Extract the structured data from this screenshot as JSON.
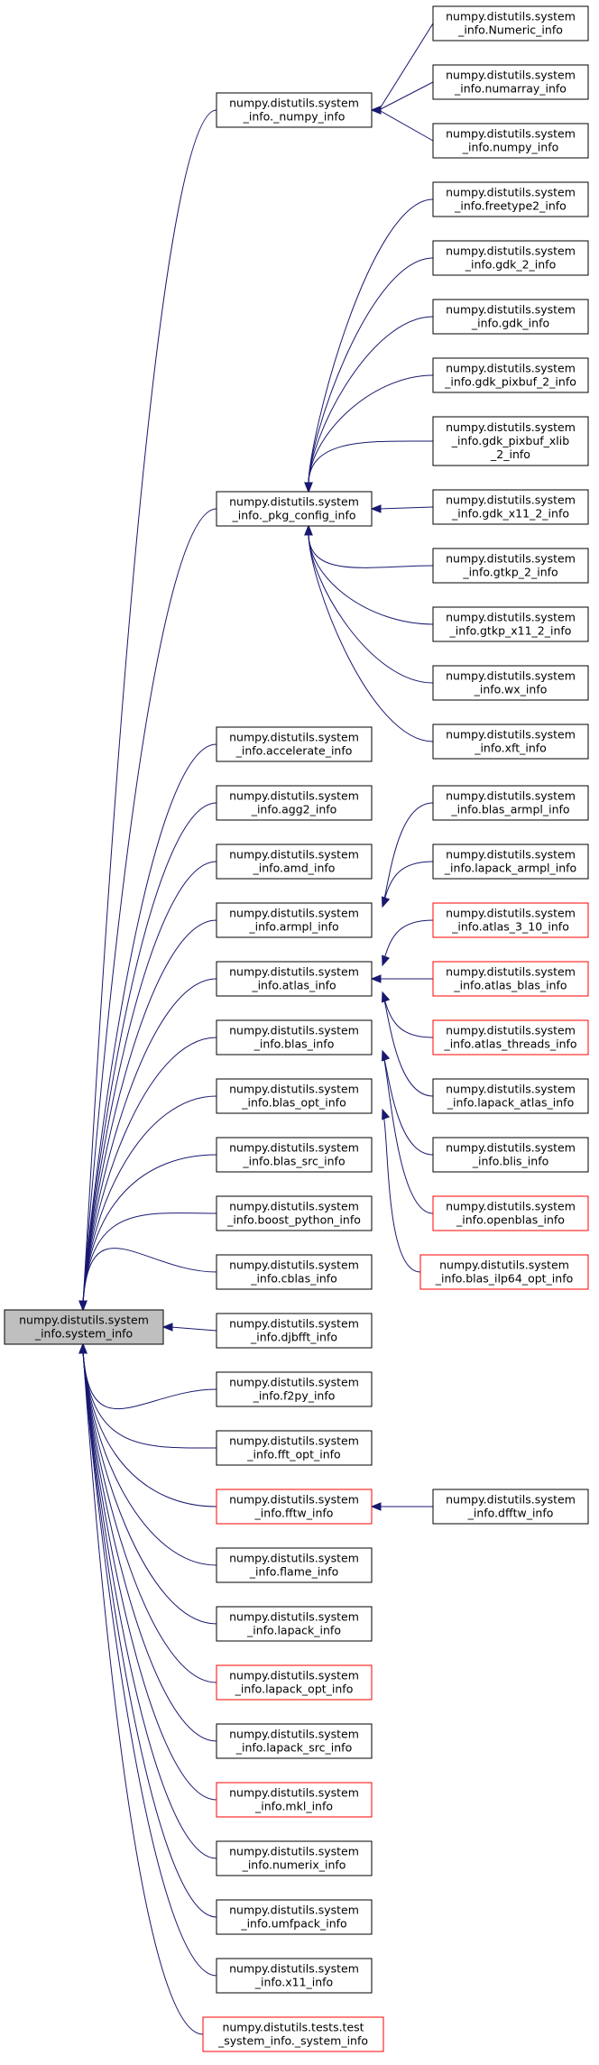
{
  "nodes": [
    {
      "id": "root",
      "lines": [
        "numpy.distutils.system",
        "_info.system_info"
      ],
      "style": "root"
    },
    {
      "id": "numpy_base",
      "lines": [
        "numpy.distutils.system",
        "_info._numpy_info"
      ],
      "style": "black"
    },
    {
      "id": "numeric",
      "lines": [
        "numpy.distutils.system",
        "_info.Numeric_info"
      ],
      "style": "black"
    },
    {
      "id": "numarray",
      "lines": [
        "numpy.distutils.system",
        "_info.numarray_info"
      ],
      "style": "black"
    },
    {
      "id": "numpyinfo",
      "lines": [
        "numpy.distutils.system",
        "_info.numpy_info"
      ],
      "style": "black"
    },
    {
      "id": "pkg_config",
      "lines": [
        "numpy.distutils.system",
        "_info._pkg_config_info"
      ],
      "style": "black"
    },
    {
      "id": "freetype2",
      "lines": [
        "numpy.distutils.system",
        "_info.freetype2_info"
      ],
      "style": "black"
    },
    {
      "id": "gdk2",
      "lines": [
        "numpy.distutils.system",
        "_info.gdk_2_info"
      ],
      "style": "black"
    },
    {
      "id": "gdk",
      "lines": [
        "numpy.distutils.system",
        "_info.gdk_info"
      ],
      "style": "black"
    },
    {
      "id": "gdk_pixbuf2",
      "lines": [
        "numpy.distutils.system",
        "_info.gdk_pixbuf_2_info"
      ],
      "style": "black"
    },
    {
      "id": "gdk_pixbuf_xlib2",
      "lines": [
        "numpy.distutils.system",
        "_info.gdk_pixbuf_xlib",
        "_2_info"
      ],
      "style": "black"
    },
    {
      "id": "gdk_x11_2",
      "lines": [
        "numpy.distutils.system",
        "_info.gdk_x11_2_info"
      ],
      "style": "black"
    },
    {
      "id": "gtkp2",
      "lines": [
        "numpy.distutils.system",
        "_info.gtkp_2_info"
      ],
      "style": "black"
    },
    {
      "id": "gtkp_x11_2",
      "lines": [
        "numpy.distutils.system",
        "_info.gtkp_x11_2_info"
      ],
      "style": "black"
    },
    {
      "id": "wx",
      "lines": [
        "numpy.distutils.system",
        "_info.wx_info"
      ],
      "style": "black"
    },
    {
      "id": "xft",
      "lines": [
        "numpy.distutils.system",
        "_info.xft_info"
      ],
      "style": "black"
    },
    {
      "id": "accelerate",
      "lines": [
        "numpy.distutils.system",
        "_info.accelerate_info"
      ],
      "style": "black"
    },
    {
      "id": "agg2",
      "lines": [
        "numpy.distutils.system",
        "_info.agg2_info"
      ],
      "style": "black"
    },
    {
      "id": "amd",
      "lines": [
        "numpy.distutils.system",
        "_info.amd_info"
      ],
      "style": "black"
    },
    {
      "id": "armpl",
      "lines": [
        "numpy.distutils.system",
        "_info.armpl_info"
      ],
      "style": "black"
    },
    {
      "id": "blas_armpl",
      "lines": [
        "numpy.distutils.system",
        "_info.blas_armpl_info"
      ],
      "style": "black"
    },
    {
      "id": "lapack_armpl",
      "lines": [
        "numpy.distutils.system",
        "_info.lapack_armpl_info"
      ],
      "style": "black"
    },
    {
      "id": "atlas",
      "lines": [
        "numpy.distutils.system",
        "_info.atlas_info"
      ],
      "style": "black"
    },
    {
      "id": "atlas_3_10",
      "lines": [
        "numpy.distutils.system",
        "_info.atlas_3_10_info"
      ],
      "style": "red"
    },
    {
      "id": "atlas_blas",
      "lines": [
        "numpy.distutils.system",
        "_info.atlas_blas_info"
      ],
      "style": "red"
    },
    {
      "id": "atlas_threads",
      "lines": [
        "numpy.distutils.system",
        "_info.atlas_threads_info"
      ],
      "style": "red"
    },
    {
      "id": "lapack_atlas",
      "lines": [
        "numpy.distutils.system",
        "_info.lapack_atlas_info"
      ],
      "style": "black"
    },
    {
      "id": "blas",
      "lines": [
        "numpy.distutils.system",
        "_info.blas_info"
      ],
      "style": "black"
    },
    {
      "id": "blis",
      "lines": [
        "numpy.distutils.system",
        "_info.blis_info"
      ],
      "style": "black"
    },
    {
      "id": "openblas",
      "lines": [
        "numpy.distutils.system",
        "_info.openblas_info"
      ],
      "style": "red"
    },
    {
      "id": "blas_opt",
      "lines": [
        "numpy.distutils.system",
        "_info.blas_opt_info"
      ],
      "style": "black"
    },
    {
      "id": "blas_ilp64_opt",
      "lines": [
        "numpy.distutils.system",
        "_info.blas_ilp64_opt_info"
      ],
      "style": "red"
    },
    {
      "id": "blas_src",
      "lines": [
        "numpy.distutils.system",
        "_info.blas_src_info"
      ],
      "style": "black"
    },
    {
      "id": "boost_python",
      "lines": [
        "numpy.distutils.system",
        "_info.boost_python_info"
      ],
      "style": "black"
    },
    {
      "id": "cblas",
      "lines": [
        "numpy.distutils.system",
        "_info.cblas_info"
      ],
      "style": "black"
    },
    {
      "id": "djbfft",
      "lines": [
        "numpy.distutils.system",
        "_info.djbfft_info"
      ],
      "style": "black"
    },
    {
      "id": "f2py",
      "lines": [
        "numpy.distutils.system",
        "_info.f2py_info"
      ],
      "style": "black"
    },
    {
      "id": "fft_opt",
      "lines": [
        "numpy.distutils.system",
        "_info.fft_opt_info"
      ],
      "style": "black"
    },
    {
      "id": "fftw",
      "lines": [
        "numpy.distutils.system",
        "_info.fftw_info"
      ],
      "style": "red"
    },
    {
      "id": "dfftw",
      "lines": [
        "numpy.distutils.system",
        "_info.dfftw_info"
      ],
      "style": "black"
    },
    {
      "id": "flame",
      "lines": [
        "numpy.distutils.system",
        "_info.flame_info"
      ],
      "style": "black"
    },
    {
      "id": "lapack",
      "lines": [
        "numpy.distutils.system",
        "_info.lapack_info"
      ],
      "style": "black"
    },
    {
      "id": "lapack_opt",
      "lines": [
        "numpy.distutils.system",
        "_info.lapack_opt_info"
      ],
      "style": "red"
    },
    {
      "id": "lapack_src",
      "lines": [
        "numpy.distutils.system",
        "_info.lapack_src_info"
      ],
      "style": "black"
    },
    {
      "id": "mkl",
      "lines": [
        "numpy.distutils.system",
        "_info.mkl_info"
      ],
      "style": "red"
    },
    {
      "id": "numerix",
      "lines": [
        "numpy.distutils.system",
        "_info.numerix_info"
      ],
      "style": "black"
    },
    {
      "id": "umfpack",
      "lines": [
        "numpy.distutils.system",
        "_info.umfpack_info"
      ],
      "style": "black"
    },
    {
      "id": "x11",
      "lines": [
        "numpy.distutils.system",
        "_info.x11_info"
      ],
      "style": "black"
    },
    {
      "id": "test_system_info",
      "lines": [
        "numpy.distutils.tests.test",
        "_system_info._system_info"
      ],
      "style": "red"
    }
  ],
  "edges": [
    [
      "numpy_base",
      "root"
    ],
    [
      "pkg_config",
      "root"
    ],
    [
      "accelerate",
      "root"
    ],
    [
      "agg2",
      "root"
    ],
    [
      "amd",
      "root"
    ],
    [
      "armpl",
      "root"
    ],
    [
      "atlas",
      "root"
    ],
    [
      "blas",
      "root"
    ],
    [
      "blas_opt",
      "root"
    ],
    [
      "blas_src",
      "root"
    ],
    [
      "boost_python",
      "root"
    ],
    [
      "cblas",
      "root"
    ],
    [
      "djbfft",
      "root"
    ],
    [
      "f2py",
      "root"
    ],
    [
      "fft_opt",
      "root"
    ],
    [
      "fftw",
      "root"
    ],
    [
      "flame",
      "root"
    ],
    [
      "lapack",
      "root"
    ],
    [
      "lapack_opt",
      "root"
    ],
    [
      "lapack_src",
      "root"
    ],
    [
      "mkl",
      "root"
    ],
    [
      "numerix",
      "root"
    ],
    [
      "umfpack",
      "root"
    ],
    [
      "x11",
      "root"
    ],
    [
      "test_system_info",
      "root"
    ],
    [
      "numeric",
      "numpy_base"
    ],
    [
      "numarray",
      "numpy_base"
    ],
    [
      "numpyinfo",
      "numpy_base"
    ],
    [
      "freetype2",
      "pkg_config"
    ],
    [
      "gdk2",
      "pkg_config"
    ],
    [
      "gdk",
      "pkg_config"
    ],
    [
      "gdk_pixbuf2",
      "pkg_config"
    ],
    [
      "gdk_pixbuf_xlib2",
      "pkg_config"
    ],
    [
      "gdk_x11_2",
      "pkg_config"
    ],
    [
      "gtkp2",
      "pkg_config"
    ],
    [
      "gtkp_x11_2",
      "pkg_config"
    ],
    [
      "wx",
      "pkg_config"
    ],
    [
      "xft",
      "pkg_config"
    ],
    [
      "blas_armpl",
      "armpl"
    ],
    [
      "lapack_armpl",
      "armpl"
    ],
    [
      "atlas_3_10",
      "atlas"
    ],
    [
      "atlas_blas",
      "atlas"
    ],
    [
      "atlas_threads",
      "atlas"
    ],
    [
      "lapack_atlas",
      "atlas"
    ],
    [
      "blis",
      "blas"
    ],
    [
      "openblas",
      "blas"
    ],
    [
      "blas_ilp64_opt",
      "blas_opt"
    ],
    [
      "dfftw",
      "fftw"
    ]
  ]
}
